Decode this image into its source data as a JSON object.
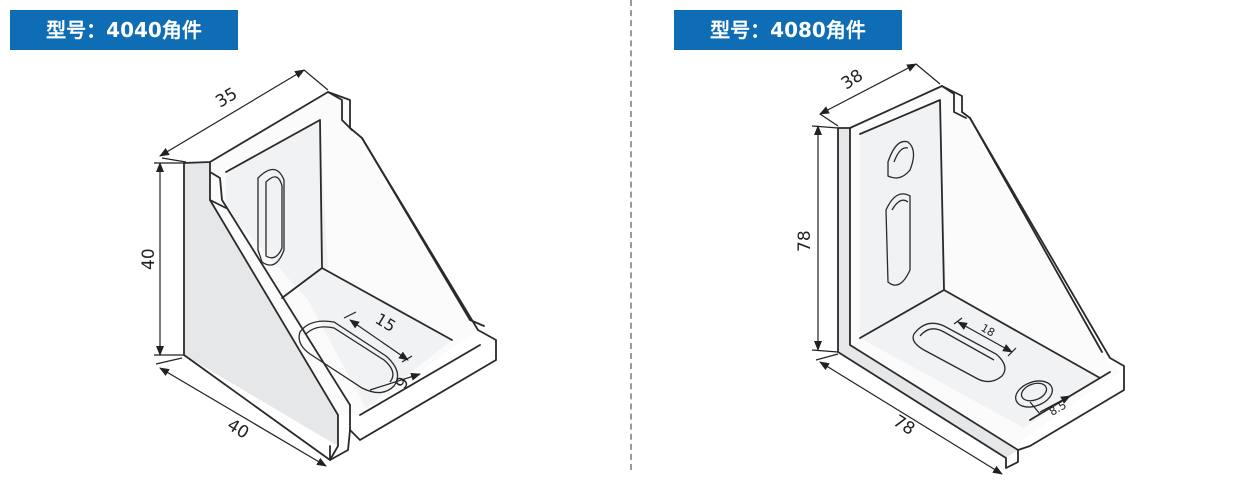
{
  "theme": {
    "badge_color": "#0e6db5",
    "line_color": "#2a2a2a"
  },
  "left": {
    "model_label": "型号：4040角件",
    "dims": {
      "top_width": "35",
      "height": "40",
      "bottom_length": "40",
      "slot_width": "15",
      "slot_offset": "9"
    }
  },
  "right": {
    "model_label": "型号：4080角件",
    "dims": {
      "top_width": "38",
      "height": "78",
      "bottom_length": "78",
      "slot_width": "18",
      "hole_size": "8.5"
    }
  }
}
